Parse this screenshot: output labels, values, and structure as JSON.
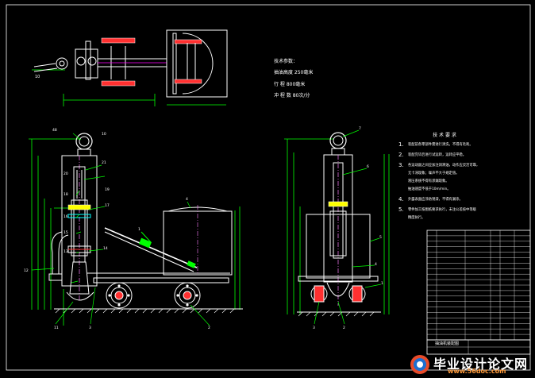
{
  "specs": {
    "title": "技术参数：",
    "line1": "抽油高度  250毫米",
    "line2": "行    程  800毫米",
    "line3": "冲  程  数  80次/分"
  },
  "notes": {
    "title": "技 术 要 求",
    "items": [
      {
        "num": "1.",
        "lines": [
          "装配前各零部件需进行清洗，不得有毛刺。"
        ]
      },
      {
        "num": "2.",
        "lines": [
          "装配完毕后进行试运转，运转应平稳。"
        ]
      },
      {
        "num": "3.",
        "lines": [
          "各运动副之间应加注润滑油，动作应灵活可靠，",
          "无卡滞现象；噪声不大于规定值。",
          "液压系统不得有渗漏现象。",
          "抽油速度不低于10m/min。"
        ]
      },
      {
        "num": "4.",
        "lines": [
          "外露表面应涂防锈漆，不得有漏涂。"
        ]
      },
      {
        "num": "5.",
        "lines": [
          "零件加工按图纸要求执行，未注公差按中等级",
          "精度执行。"
        ]
      }
    ]
  },
  "title_block": {
    "name": "抽油机装配图"
  },
  "watermark": {
    "main": "毕业设计论文网",
    "url": "www.56doc.com"
  },
  "labels": {
    "left": [
      "48",
      "10",
      "21",
      "20",
      "19",
      "18",
      "17",
      "16",
      "15",
      "14",
      "13",
      "12",
      "11",
      "3",
      "2",
      "1",
      "4"
    ],
    "right": [
      "7",
      "6",
      "5",
      "4",
      "3",
      "2",
      "1"
    ],
    "top": [
      "10"
    ]
  },
  "colors": {
    "line": "#ffffff",
    "green": "#00ff00",
    "yellow": "#ffff00",
    "red": "#ff3030",
    "pink": "#ff80ff",
    "cyan": "#00ffff"
  }
}
